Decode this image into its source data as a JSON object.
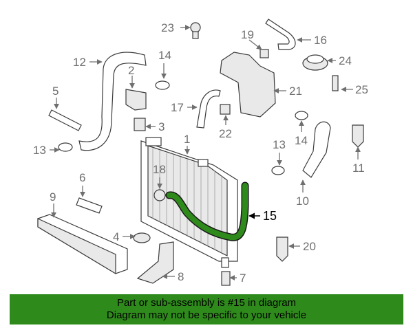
{
  "callouts": {
    "c1": "1",
    "c2": "2",
    "c3": "3",
    "c4": "4",
    "c5": "5",
    "c6": "6",
    "c7": "7",
    "c8": "8",
    "c9": "9",
    "c10": "10",
    "c11": "11",
    "c12": "12",
    "c13a": "13",
    "c13b": "13",
    "c14a": "14",
    "c14b": "14",
    "c15": "15",
    "c16": "16",
    "c17": "17",
    "c18": "18",
    "c19": "19",
    "c20": "20",
    "c21": "21",
    "c22": "22",
    "c23": "23",
    "c24": "24",
    "c25": "25"
  },
  "highlight": {
    "part_number": "15",
    "color": "#2f8a1c"
  },
  "banner": {
    "line1": "Part or sub-assembly is #15 in diagram",
    "line2": "Diagram may not be specific to your vehicle",
    "background": "#2f8a1c"
  }
}
